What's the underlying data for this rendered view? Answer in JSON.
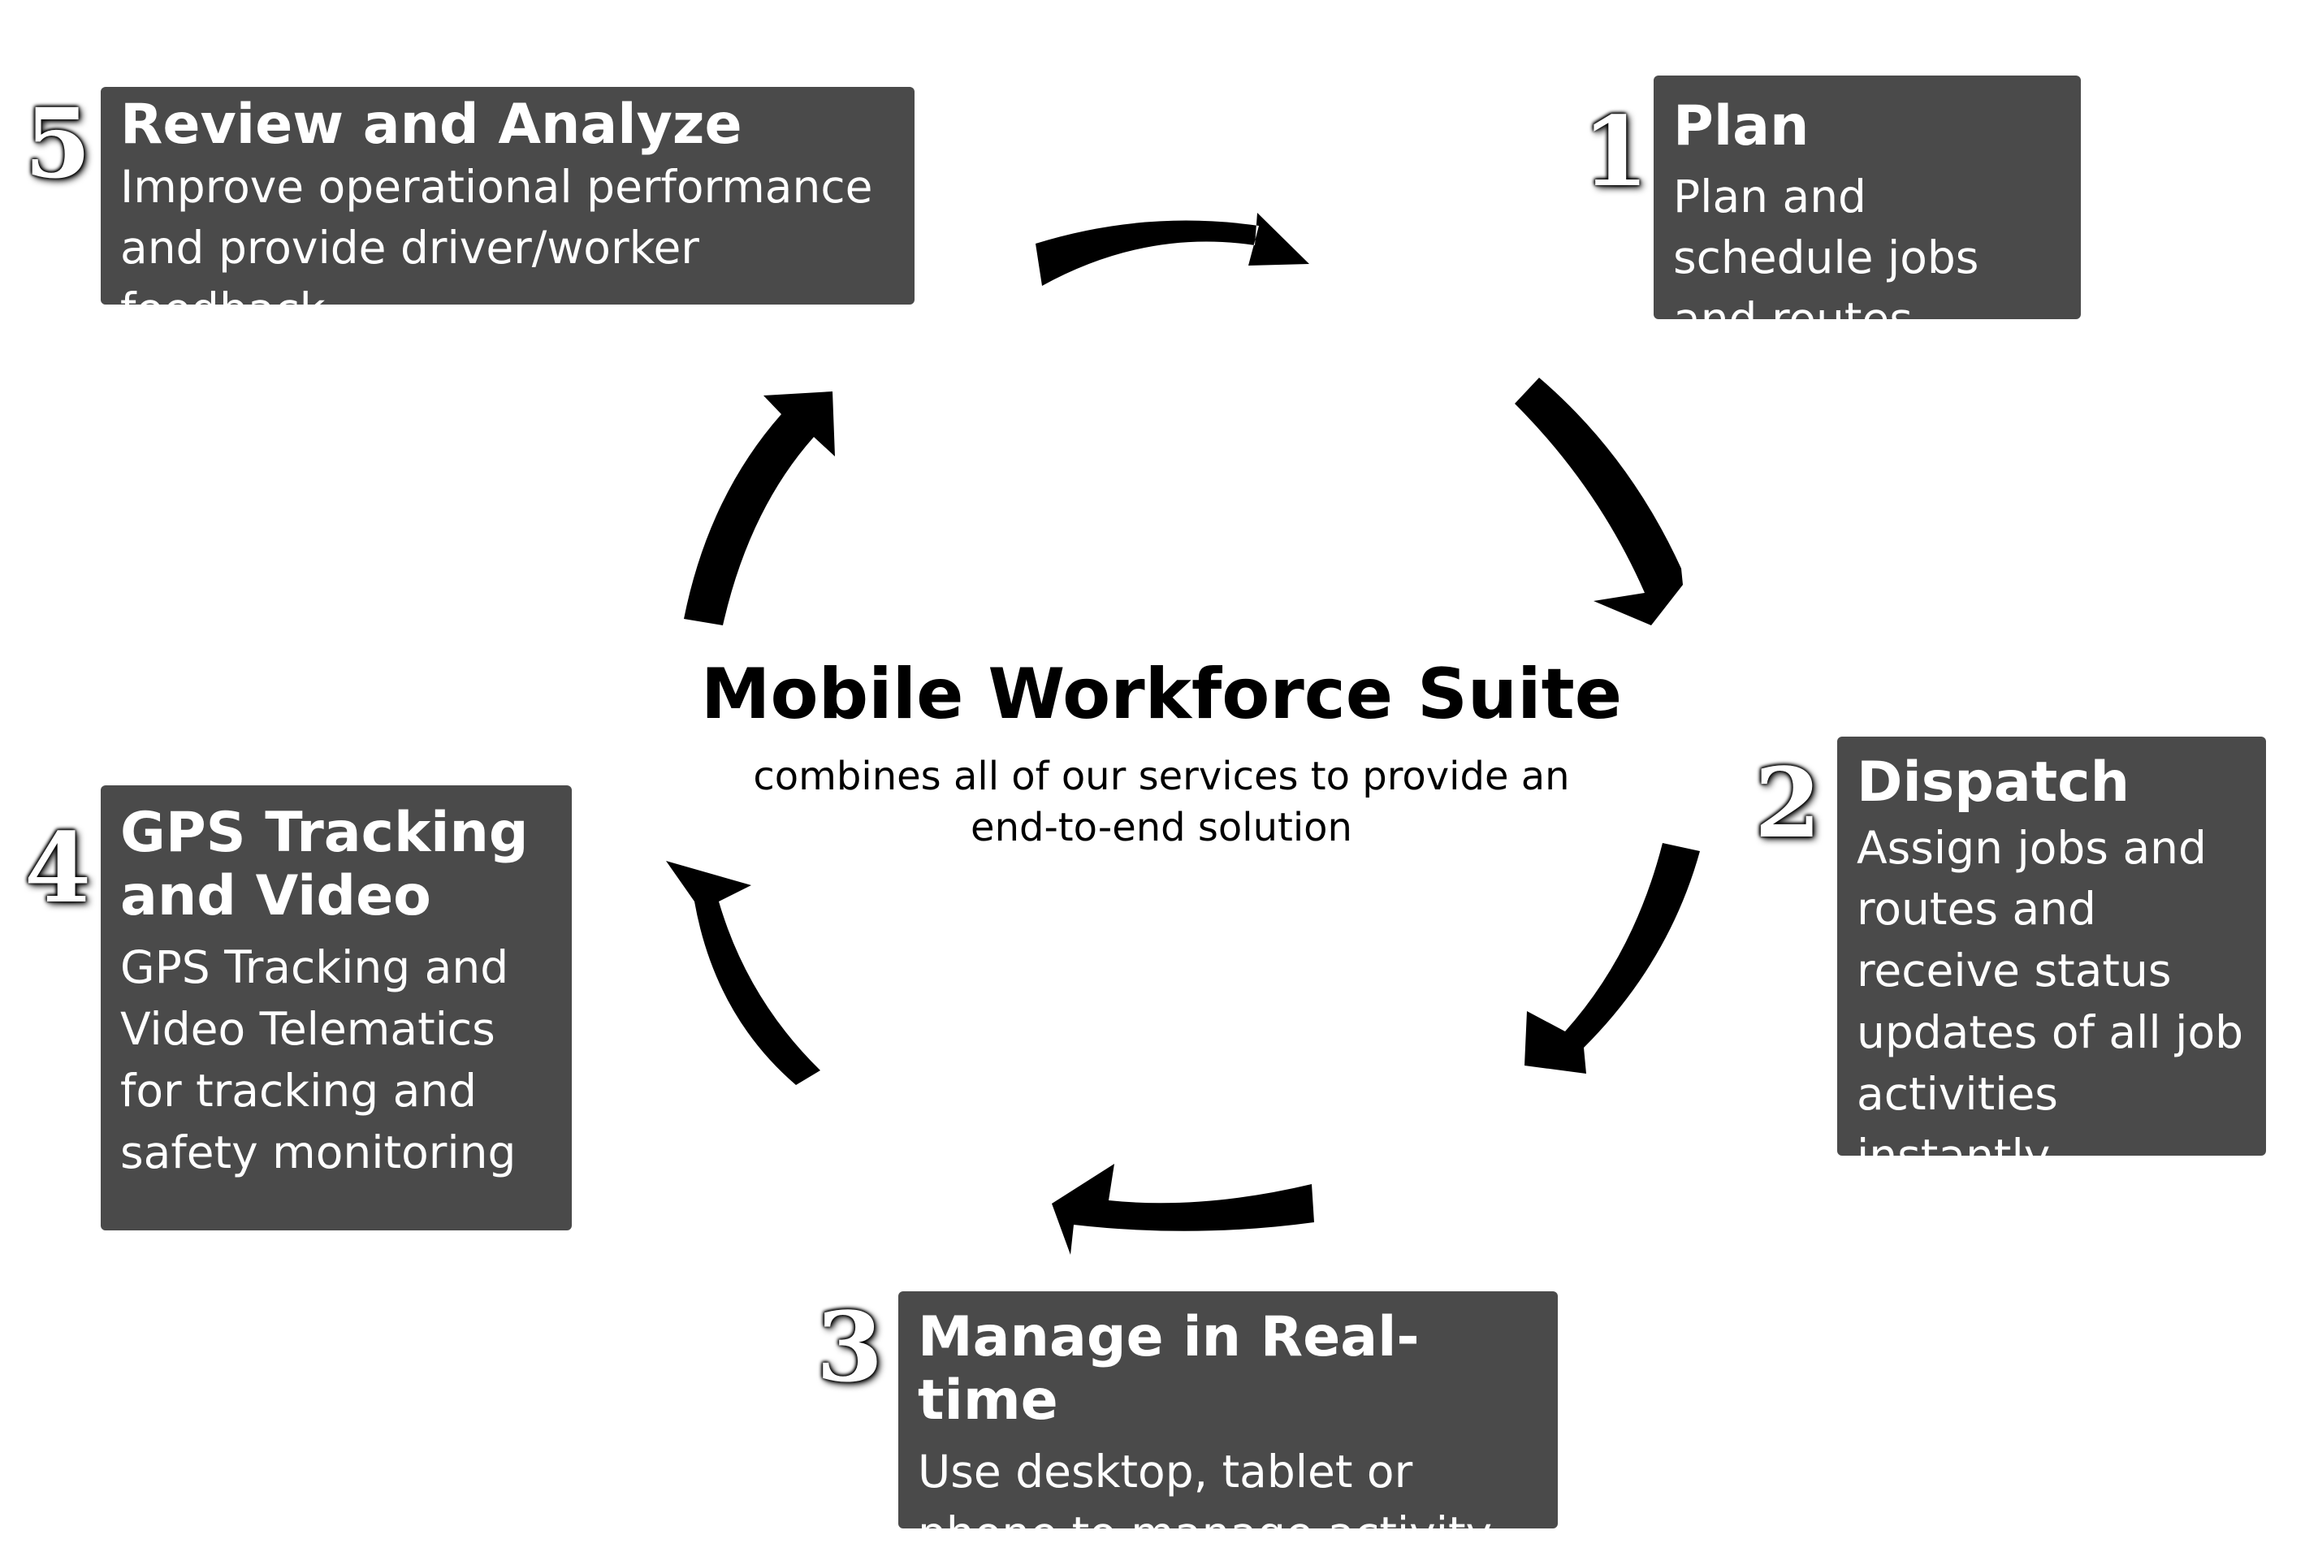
{
  "center": {
    "title": "Mobile Workforce Suite",
    "subtitle": "combines all of our services to provide an end-to-end solution"
  },
  "steps": [
    {
      "number": "1",
      "title": "Plan",
      "description": "Plan and schedule jobs and routes"
    },
    {
      "number": "2",
      "title": "Dispatch",
      "description": "Assign jobs and routes and receive status updates of all job activities instantly"
    },
    {
      "number": "3",
      "title": "Manage in Real-time",
      "description": "Use desktop, tablet or phone to manage activity"
    },
    {
      "number": "4",
      "title": "GPS Tracking and Video",
      "description": "GPS Tracking and Video Telematics for tracking and safety monitoring"
    },
    {
      "number": "5",
      "title": "Review and Analyze",
      "description": "Improve operational performance and provide driver/worker feedback"
    }
  ],
  "colors": {
    "box": "#4a4a4a",
    "arrow": "#000000",
    "text_on_box": "#ffffff"
  }
}
